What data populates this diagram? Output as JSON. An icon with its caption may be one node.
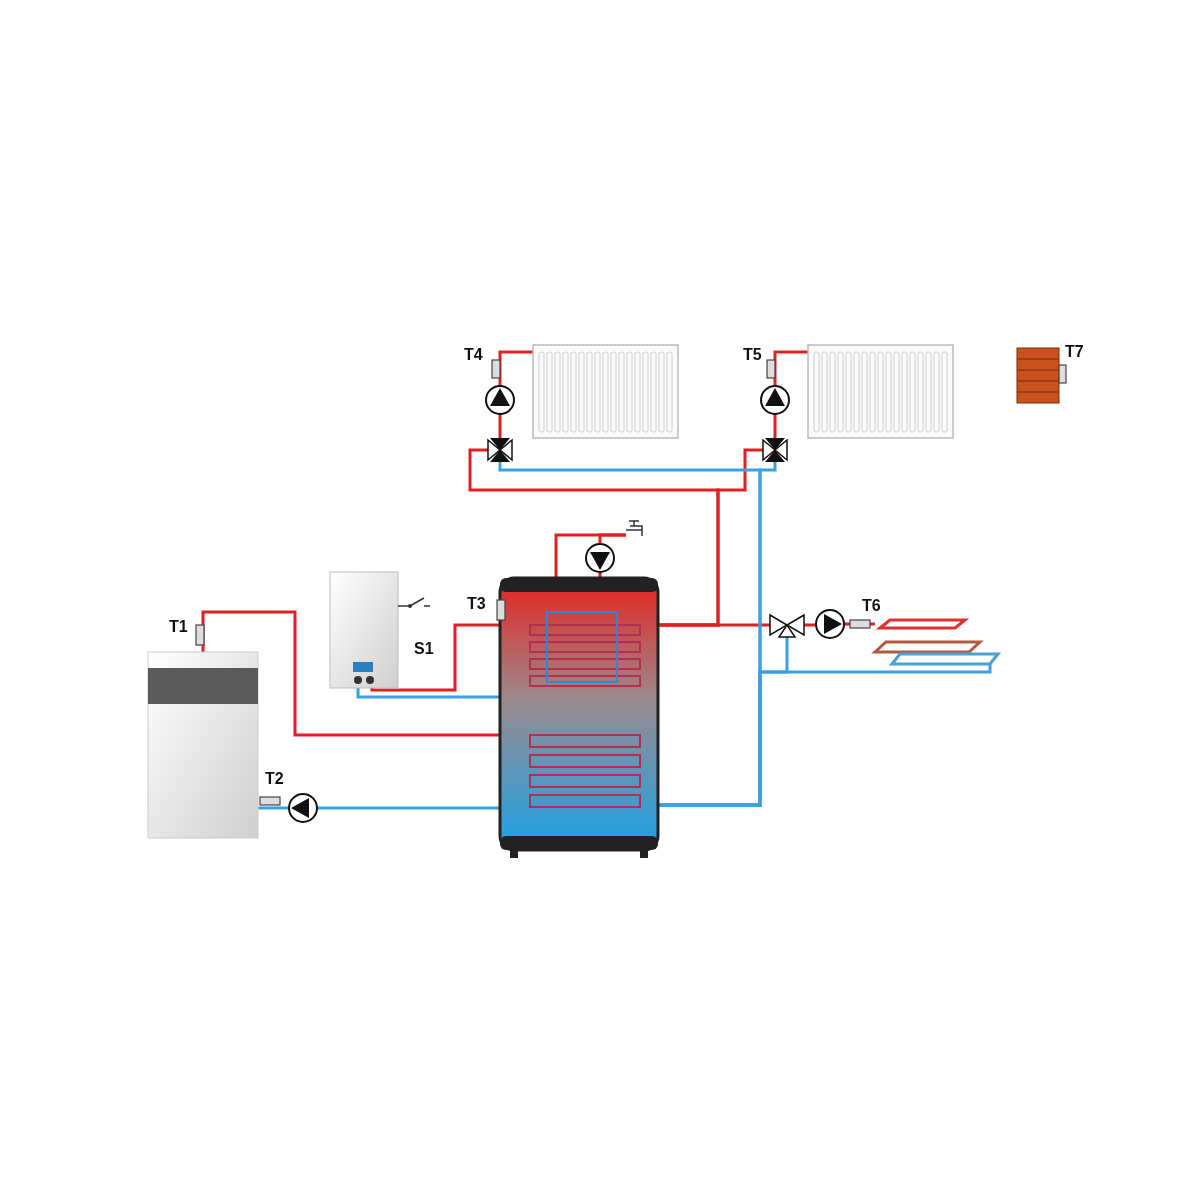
{
  "diagram": {
    "nodes": [
      {
        "text": [],
        "shape": "picture"
      },
      {
        "text": [],
        "shape": "picture"
      },
      {
        "text": [],
        "shape": "cylinder"
      },
      {
        "text": [],
        "shape": "picture"
      },
      {
        "text": [],
        "shape": "picture"
      },
      {
        "text": [],
        "shape": "picture"
      },
      {
        "text": [],
        "shape": "circle"
      },
      {
        "text": [],
        "shape": "circle"
      },
      {
        "text": [],
        "shape": "circle"
      },
      {
        "text": [],
        "shape": "circle"
      },
      {
        "text": [],
        "shape": "circle"
      },
      {
        "text": [],
        "shape": "picture"
      },
      {
        "text": [],
        "shape": "picture"
      },
      {
        "text": [],
        "shape": "picture"
      },
      {
        "text": [],
        "shape": "picture"
      },
      {
        "text": [],
        "shape": "picture"
      }
    ],
    "edges": [
      {
        "from": 0,
        "to": 2,
        "arrow": "none"
      },
      {
        "from": 0,
        "to": 6,
        "arrow": "none",
        "color": "#3aa0e0"
      },
      {
        "from": 6,
        "to": 2,
        "arrow": "none",
        "color": "#3aa0e0"
      },
      {
        "from": 1,
        "to": 2,
        "arrow": "none"
      },
      {
        "from": 1,
        "to": 2,
        "arrow": "none",
        "color": "#3aa0e0"
      },
      {
        "from": 2,
        "to": 14,
        "arrow": "none"
      },
      {
        "from": 7,
        "to": 2,
        "arrow": "none"
      },
      {
        "from": 7,
        "to": 14,
        "arrow": "none"
      },
      {
        "from": 2,
        "to": 11,
        "arrow": "none"
      },
      {
        "from": 2,
        "to": 12,
        "arrow": "none"
      },
      {
        "from": 2,
        "to": 13,
        "arrow": "none"
      },
      {
        "from": 11,
        "to": 8,
        "arrow": "none"
      },
      {
        "from": 8,
        "to": 3,
        "arrow": "none"
      },
      {
        "from": 12,
        "to": 9,
        "arrow": "none"
      },
      {
        "from": 9,
        "to": 4,
        "arrow": "none"
      },
      {
        "from": 11,
        "to": 2,
        "arrow": "none",
        "color": "#3aa0e0"
      },
      {
        "from": 12,
        "to": 2,
        "arrow": "none",
        "color": "#3aa0e0"
      },
      {
        "from": 13,
        "to": 2,
        "arrow": "none",
        "color": "#3aa0e0"
      },
      {
        "from": 5,
        "to": 2,
        "arrow": "none",
        "color": "#3aa0e0"
      },
      {
        "from": 13,
        "to": 10,
        "arrow": "none"
      },
      {
        "from": 10,
        "to": 5,
        "arrow": "none"
      }
    ],
    "labels": [
      "T4",
      "T5",
      "T7",
      "T3",
      "T6",
      "T1",
      "S1",
      "T2"
    ]
  }
}
